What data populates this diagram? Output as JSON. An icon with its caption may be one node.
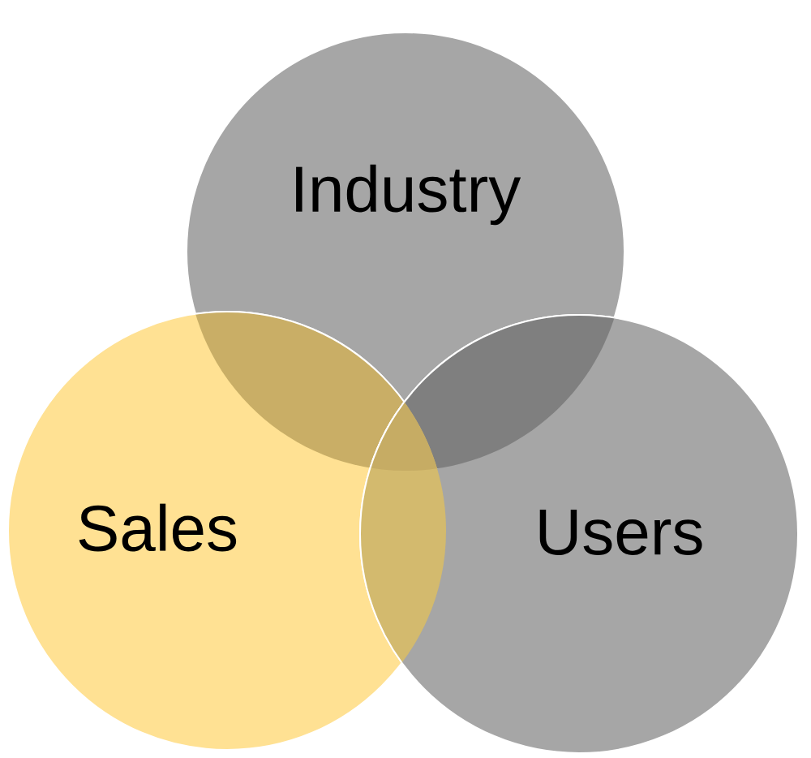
{
  "diagram": {
    "nodes": [
      {
        "text": [
          "Industry"
        ]
      },
      {
        "text": [
          "Sales"
        ]
      },
      {
        "text": [
          "Users"
        ]
      }
    ]
  }
}
